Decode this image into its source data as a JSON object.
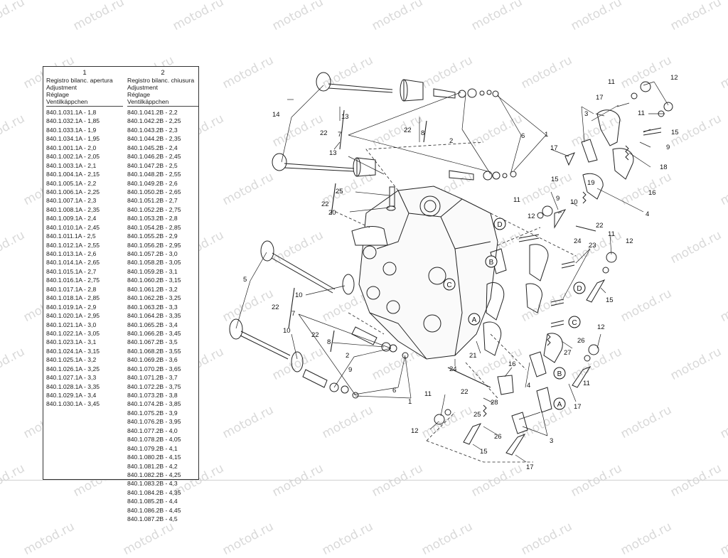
{
  "watermark": "motod.ru",
  "table": {
    "col1": {
      "number": "1",
      "headers": [
        "Registro bilanc. apertura",
        "Adjustment",
        "Réglage",
        "Ventilkäppchen"
      ],
      "rows": [
        "840.1.031.1A - 1,8",
        "840.1.032.1A - 1,85",
        "840.1.033.1A - 1,9",
        "840.1.034.1A - 1,95",
        "840.1.001.1A - 2,0",
        "840.1.002.1A - 2,05",
        "840.1.003.1A - 2,1",
        "840.1.004.1A - 2,15",
        "840.1.005.1A - 2,2",
        "840.1.006.1A - 2,25",
        "840.1.007.1A - 2,3",
        "840.1.008.1A - 2,35",
        "840.1.009.1A - 2,4",
        "840.1.010.1A - 2,45",
        "840.1.011.1A - 2,5",
        "840.1.012.1A - 2,55",
        "840.1.013.1A - 2,6",
        "840.1.014.1A - 2,65",
        "840.1.015.1A - 2,7",
        "840.1.016.1A - 2,75",
        "840.1.017.1A - 2,8",
        "840.1.018.1A - 2,85",
        "840.1.019.1A - 2,9",
        "840.1.020.1A - 2,95",
        "840.1.021.1A - 3,0",
        "840.1.022.1A - 3,05",
        "840.1.023.1A - 3,1",
        "840.1.024.1A - 3,15",
        "840.1.025.1A - 3,2",
        "840.1.026.1A - 3,25",
        "840.1.027.1A - 3,3",
        "840.1.028.1A - 3,35",
        "840.1.029.1A - 3,4",
        "840.1.030.1A - 3,45"
      ]
    },
    "col2": {
      "number": "2",
      "headers": [
        "Registro bilanc. chiusura",
        "Adjustment",
        "Réglage",
        "Ventilkäppchen"
      ],
      "rows": [
        "840.1.041.2B - 2,2",
        "840.1.042.2B - 2,25",
        "840.1.043.2B - 2,3",
        "840.1.044.2B - 2,35",
        "840.1.045.2B - 2,4",
        "840.1.046.2B - 2,45",
        "840.1.047.2B - 2,5",
        "840.1.048.2B - 2,55",
        "840.1.049.2B - 2,6",
        "840.1.050.2B - 2,65",
        "840.1.051.2B - 2,7",
        "840.1.052.2B - 2,75",
        "840.1.053.2B - 2,8",
        "840.1.054.2B - 2,85",
        "840.1.055.2B - 2,9",
        "840.1.056.2B - 2,95",
        "840.1.057.2B - 3,0",
        "840.1.058.2B - 3,05",
        "840.1.059.2B - 3,1",
        "840.1.060.2B - 3,15",
        "840.1.061.2B - 3,2",
        "840.1.062.2B - 3,25",
        "840.1.063.2B - 3,3",
        "840.1.064.2B - 3,35",
        "840.1.065.2B - 3,4",
        "840.1.066.2B - 3,45",
        "840.1.067.2B - 3,5",
        "840.1.068.2B - 3,55",
        "840.1.069.2B - 3,6",
        "840.1.070.2B - 3,65",
        "840.1.071.2B - 3,7",
        "840.1.072.2B - 3,75",
        "840.1.073.2B - 3,8",
        "840.1.074.2B - 3,85",
        "840.1.075.2B - 3,9",
        "840.1.076.2B - 3,95",
        "840.1.077.2B - 4,0",
        "840.1.078.2B - 4,05",
        "840.1.079.2B - 4,1",
        "840.1.080.2B - 4,15",
        "840.1.081.2B - 4,2",
        "840.1.082.2B - 4,25",
        "840.1.083.2B - 4,3",
        "840.1.084.2B - 4,35",
        "840.1.085.2B - 4,4",
        "840.1.086.2B - 4,45",
        "840.1.087.2B - 4,5"
      ]
    }
  },
  "callouts": {
    "c1": "1",
    "c2": "2",
    "c3": "3",
    "c4": "4",
    "c5": "5",
    "c6": "6",
    "c7": "7",
    "c8": "8",
    "c9": "9",
    "c10": "10",
    "c11": "11",
    "c12": "12",
    "c13": "13",
    "c14": "14",
    "c15": "15",
    "c16": "16",
    "c17": "17",
    "c18": "18",
    "c19": "19",
    "c20": "20",
    "c21": "21",
    "c22": "22",
    "c23": "23",
    "c24": "24",
    "c25": "25",
    "c26": "26",
    "c27": "27",
    "c28": "28"
  },
  "refs": {
    "a": "A",
    "b": "B",
    "c": "C",
    "d": "D"
  }
}
